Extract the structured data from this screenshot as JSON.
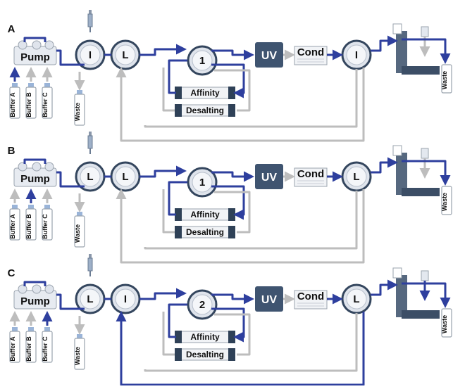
{
  "panels": [
    {
      "label": "A",
      "pump": "Pump",
      "buffers": [
        "Buffer A",
        "Buffer B",
        "Buffer C"
      ],
      "waste": "Waste",
      "injection_valve": "I",
      "loop_valve": "L",
      "column_valve": "1",
      "columns": [
        "Affinity",
        "Desalting"
      ],
      "uv": "UV",
      "cond": "Cond",
      "outlet_valve": "I",
      "collector_waste": "Waste"
    },
    {
      "label": "B",
      "pump": "Pump",
      "buffers": [
        "Buffer A",
        "Buffer B",
        "Buffer C"
      ],
      "waste": "Waste",
      "injection_valve": "L",
      "loop_valve": "L",
      "column_valve": "1",
      "columns": [
        "Affinity",
        "Desalting"
      ],
      "uv": "UV",
      "cond": "Cond",
      "outlet_valve": "L",
      "collector_waste": "Waste"
    },
    {
      "label": "C",
      "pump": "Pump",
      "buffers": [
        "Buffer A",
        "Buffer B",
        "Buffer C"
      ],
      "waste": "Waste",
      "injection_valve": "L",
      "loop_valve": "I",
      "column_valve": "2",
      "columns": [
        "Affinity",
        "Desalting"
      ],
      "uv": "UV",
      "cond": "Cond",
      "outlet_valve": "L",
      "collector_waste": "Waste"
    }
  ],
  "colors": {
    "flow": "#2e3f9e",
    "idle": "#bdbdbd",
    "uv_box": "#3f5470",
    "column": "#2f4157"
  }
}
